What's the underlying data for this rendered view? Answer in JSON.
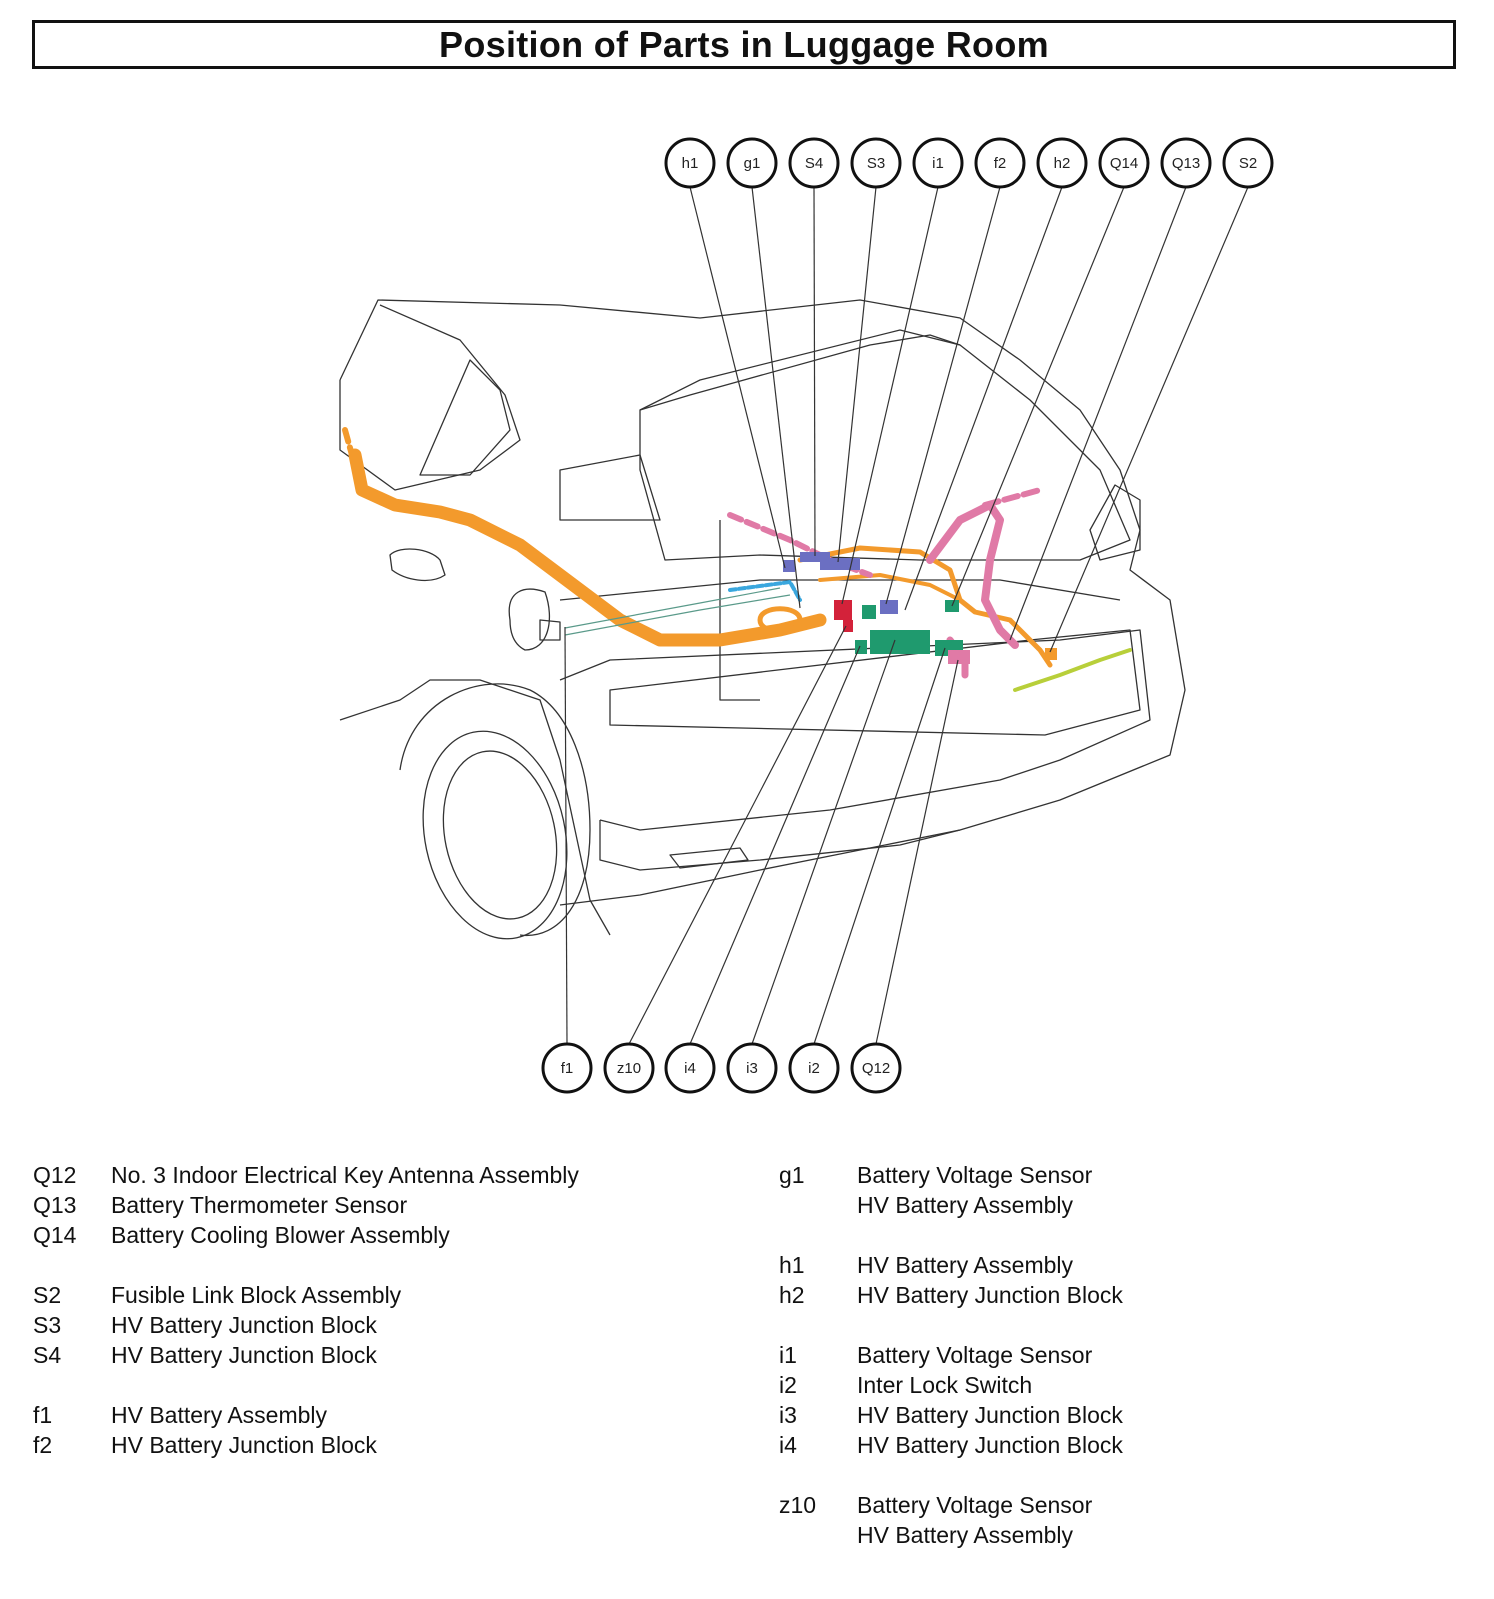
{
  "title": "Position of Parts in Luggage Room",
  "callouts_top": [
    "h1",
    "g1",
    "S4",
    "S3",
    "i1",
    "f2",
    "h2",
    "Q14",
    "Q13",
    "S2"
  ],
  "callouts_bottom": [
    "f1",
    "z10",
    "i4",
    "i3",
    "i2",
    "Q12"
  ],
  "legend_left": [
    {
      "code": "Q12",
      "desc": [
        "No. 3 Indoor Electrical Key Antenna Assembly"
      ]
    },
    {
      "code": "Q13",
      "desc": [
        "Battery Thermometer Sensor"
      ]
    },
    {
      "code": "Q14",
      "desc": [
        "Battery Cooling Blower Assembly"
      ]
    },
    {
      "gap": true
    },
    {
      "code": "S2",
      "desc": [
        "Fusible Link Block Assembly"
      ]
    },
    {
      "code": "S3",
      "desc": [
        "HV Battery Junction Block"
      ]
    },
    {
      "code": "S4",
      "desc": [
        "HV Battery Junction Block"
      ]
    },
    {
      "gap": true
    },
    {
      "code": "f1",
      "desc": [
        "HV Battery Assembly"
      ]
    },
    {
      "code": "f2",
      "desc": [
        "HV Battery Junction Block"
      ]
    }
  ],
  "legend_right": [
    {
      "code": "g1",
      "desc": [
        "Battery Voltage Sensor",
        "HV Battery Assembly"
      ]
    },
    {
      "gap": true
    },
    {
      "code": "h1",
      "desc": [
        "HV Battery Assembly"
      ]
    },
    {
      "code": "h2",
      "desc": [
        "HV Battery Junction Block"
      ]
    },
    {
      "gap": true
    },
    {
      "code": "i1",
      "desc": [
        "Battery Voltage Sensor"
      ]
    },
    {
      "code": "i2",
      "desc": [
        "Inter Lock Switch"
      ]
    },
    {
      "code": "i3",
      "desc": [
        "HV Battery Junction Block"
      ]
    },
    {
      "code": "i4",
      "desc": [
        "HV Battery Junction Block"
      ]
    },
    {
      "gap": true
    },
    {
      "code": "z10",
      "desc": [
        "Battery Voltage Sensor",
        "HV Battery Assembly"
      ]
    }
  ],
  "colors": {
    "harness_orange": "#f39a2c",
    "harness_pink": "#e07aa6",
    "harness_blue": "#3aa7de",
    "harness_green": "#1f9a6e",
    "harness_red": "#d3223a",
    "harness_purple": "#6b6fc2",
    "harness_yellow": "#b8cf3a",
    "outline": "#333333"
  }
}
